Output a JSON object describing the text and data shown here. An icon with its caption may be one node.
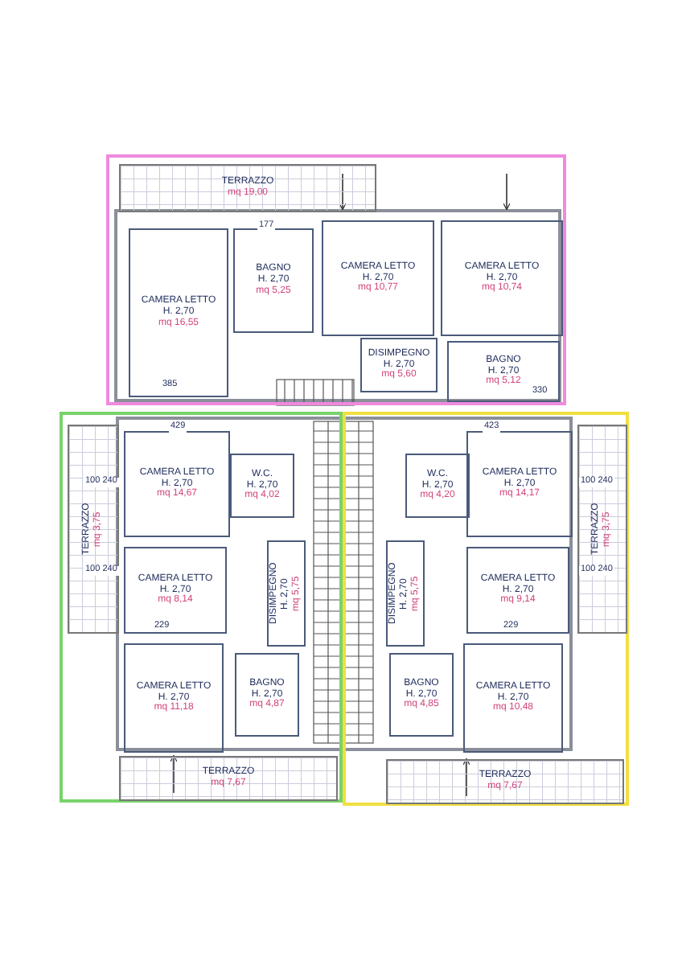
{
  "diagram": {
    "nodes": [
      {
        "text": [],
        "shape": "box"
      },
      {
        "text": [
          "TERRAZZO",
          "mq 19,00"
        ],
        "in": 0
      },
      {
        "text": [
          "CAMERA LETTO",
          "H. 2,70",
          "mq 16,55"
        ],
        "in": 0
      },
      {
        "text": [
          "BAGNO",
          "H. 2,70",
          "mq 5,25"
        ],
        "in": 0
      },
      {
        "text": [
          "CAMERA LETTO",
          "H. 2,70",
          "mq 10,77"
        ],
        "in": 0
      },
      {
        "text": [
          "CAMERA LETTO",
          "H. 2,70",
          "mq 10,74"
        ],
        "in": 0
      },
      {
        "text": [
          "DISIMPEGNO",
          "H. 2,70",
          "mq 5,60"
        ],
        "in": 0
      },
      {
        "text": [
          "BAGNO",
          "H. 2,70",
          "mq 5,12"
        ],
        "in": 0
      },
      {
        "text": [],
        "shape": "box"
      },
      {
        "text": [
          "TERRAZZO",
          "mq 3,75"
        ],
        "in": 8
      },
      {
        "text": [
          "CAMERA LETTO",
          "H. 2,70",
          "mq 14,67"
        ],
        "in": 8
      },
      {
        "text": [
          "W.C.",
          "H. 2,70",
          "mq 4,02"
        ],
        "in": 8
      },
      {
        "text": [
          "CAMERA LETTO",
          "H. 2,70",
          "mq 8,14"
        ],
        "in": 8
      },
      {
        "text": [
          "DISIMPEGNO",
          "H. 2,70",
          "mq 5,75"
        ],
        "in": 8
      },
      {
        "text": [
          "CAMERA LETTO",
          "H. 2,70",
          "mq 11,18"
        ],
        "in": 8
      },
      {
        "text": [
          "BAGNO",
          "H. 2,70",
          "mq 4,87"
        ],
        "in": 8
      },
      {
        "text": [
          "TERRAZZO",
          "mq 7,67"
        ],
        "in": 8
      },
      {
        "text": [],
        "shape": "box"
      },
      {
        "text": [
          "W.C.",
          "H. 2,70",
          "mq 4,20"
        ],
        "in": 17
      },
      {
        "text": [
          "CAMERA LETTO",
          "H. 2,70",
          "mq 14,17"
        ],
        "in": 17
      },
      {
        "text": [
          "TERRAZZO",
          "mq 3,75"
        ],
        "in": 17
      },
      {
        "text": [
          "DISIMPEGNO",
          "H. 2,70",
          "mq 5,75"
        ],
        "in": 17
      },
      {
        "text": [
          "CAMERA LETTO",
          "H. 2,70",
          "mq 9,14"
        ],
        "in": 17
      },
      {
        "text": [
          "BAGNO",
          "H. 2,70",
          "mq 4,85"
        ],
        "in": 17
      },
      {
        "text": [
          "CAMERA LETTO",
          "H. 2,70",
          "mq 10,48"
        ],
        "in": 17
      },
      {
        "text": [
          "TERRAZZO",
          "mq 7,67"
        ],
        "in": 17
      }
    ],
    "labels": [
      "177",
      "385",
      "330",
      "429",
      "100 240",
      "100 240",
      "423",
      "100 240",
      "100 240",
      "229",
      "229"
    ]
  }
}
